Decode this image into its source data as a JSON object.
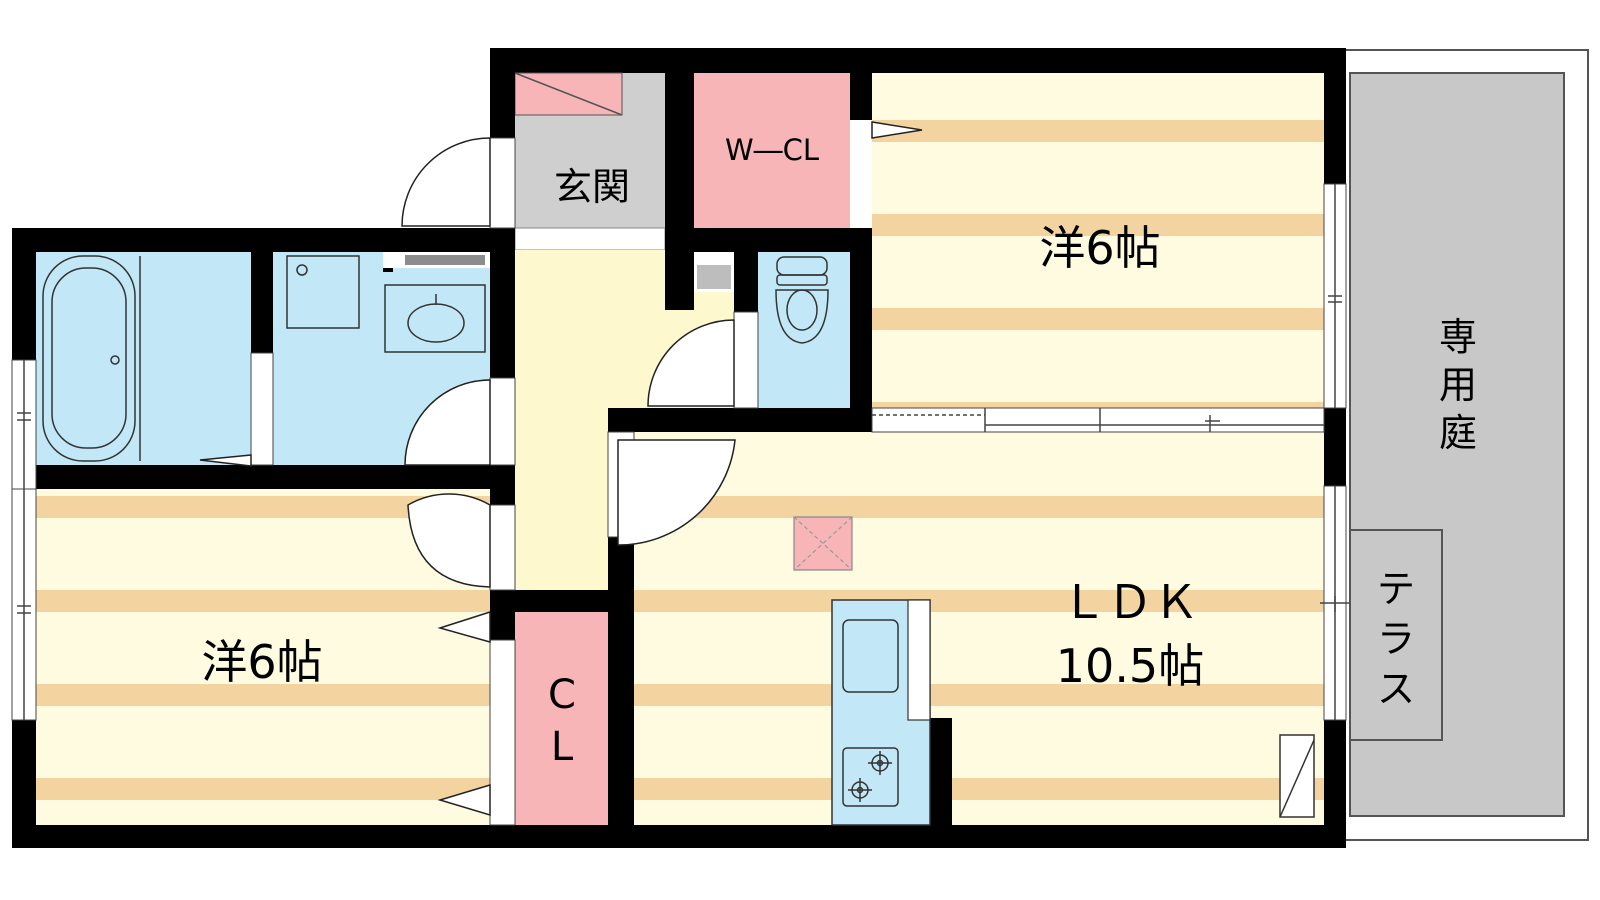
{
  "rooms": {
    "entrance": "玄関",
    "walk_in_closet": "W―CL",
    "western_room_north": "洋6帖",
    "western_room_south": "洋6帖",
    "closet_c": "C",
    "closet_l": "L",
    "ldk_name": "ＬＤＫ",
    "ldk_size": "10.5帖",
    "private_garden": [
      "専",
      "用",
      "庭"
    ],
    "terrace": [
      "テ",
      "ラ",
      "ス"
    ]
  },
  "colors": {
    "wall": "#000000",
    "floor_stripe_light": "#fefbe1",
    "floor_stripe_dark": "#f3d4a0",
    "wet_area": "#c2e8f7",
    "closet": "#f8b5b8",
    "entrance": "#cfcfcf",
    "hallway": "#fdf8cd",
    "garden": "#c8c8c8",
    "stroke_gray": "#555555"
  },
  "icons": [
    "bathtub-icon",
    "washing-machine-icon",
    "washbasin-icon",
    "toilet-icon",
    "sink-icon",
    "stove-icon",
    "storage-hatch-icon",
    "door-swing-icon",
    "refrigerator-icon"
  ]
}
